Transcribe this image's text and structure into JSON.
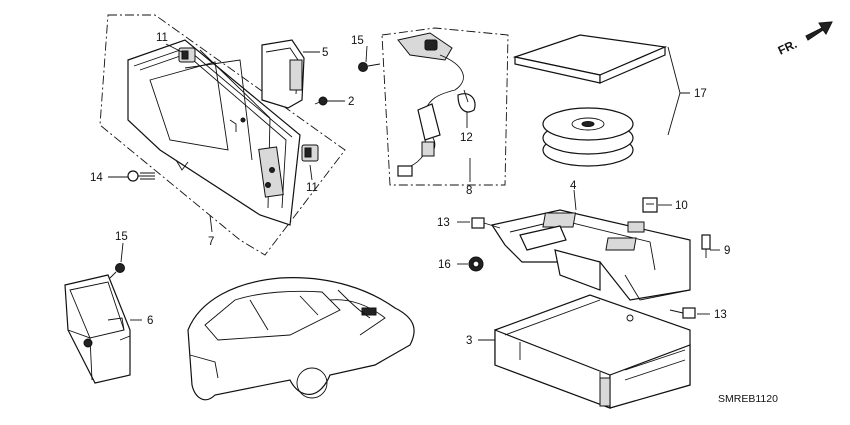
{
  "diagram_code": "SMREB1120",
  "direction_label": "FR.",
  "callouts": {
    "c2": "2",
    "c3": "3",
    "c4": "4",
    "c5": "5",
    "c6": "6",
    "c7": "7",
    "c8": "8",
    "c9": "9",
    "c10": "10",
    "c11a": "11",
    "c11b": "11",
    "c12": "12",
    "c13a": "13",
    "c13b": "13",
    "c14": "14",
    "c15a": "15",
    "c15b": "15",
    "c16": "16",
    "c17": "17"
  }
}
